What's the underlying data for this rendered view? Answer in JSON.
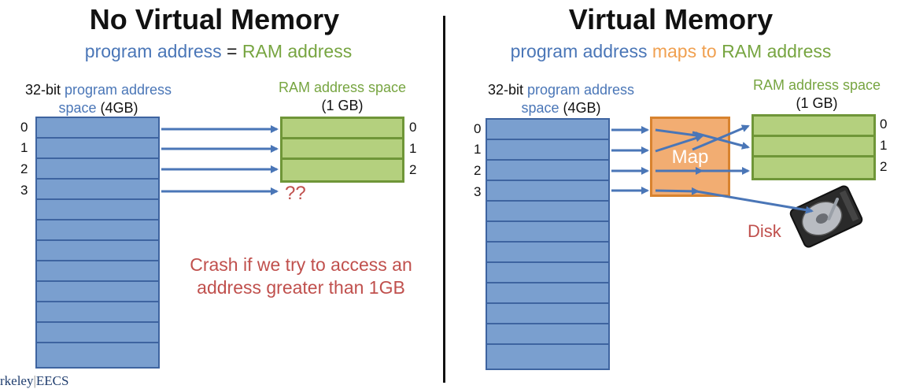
{
  "left": {
    "title": "No Virtual Memory",
    "subtitle_part1": "program address",
    "subtitle_part2": "=",
    "subtitle_part3": "RAM address",
    "program_space_label_prefix": "32-bit",
    "program_space_label_blue1": "program address",
    "program_space_label_blue2": "space",
    "program_space_label_size": "(4GB)",
    "ram_label": "RAM address space",
    "ram_size": "(1 GB)",
    "program_indices": [
      "0",
      "1",
      "2",
      "3"
    ],
    "ram_indices": [
      "0",
      "1",
      "2"
    ],
    "unknown_mark": "??",
    "crash_line1": "Crash if we try to access an",
    "crash_line2": "address greater than 1GB"
  },
  "right": {
    "title": "Virtual Memory",
    "subtitle_part1": "program address",
    "subtitle_part2": "maps to",
    "subtitle_part3": "RAM address",
    "program_space_label_prefix": "32-bit",
    "program_space_label_blue1": "program address",
    "program_space_label_blue2": "space",
    "program_space_label_size": "(4GB)",
    "ram_label": "RAM address space",
    "ram_size": "(1 GB)",
    "program_indices": [
      "0",
      "1",
      "2",
      "3"
    ],
    "ram_indices": [
      "0",
      "1",
      "2"
    ],
    "map_label": "Map",
    "disk_label": "Disk"
  },
  "footer": {
    "left_text": "rkeley",
    "right_text": "EECS"
  },
  "colors": {
    "program_fill": "#7a9fcf",
    "program_border": "#3e64a0",
    "ram_fill": "#b4d07e",
    "ram_border": "#6f9638",
    "map_fill": "#f2ad72",
    "arrow": "#4a76b7",
    "crash_text": "#c0504d"
  },
  "icons": [
    "hard-disk-icon",
    "arrow-icon"
  ]
}
